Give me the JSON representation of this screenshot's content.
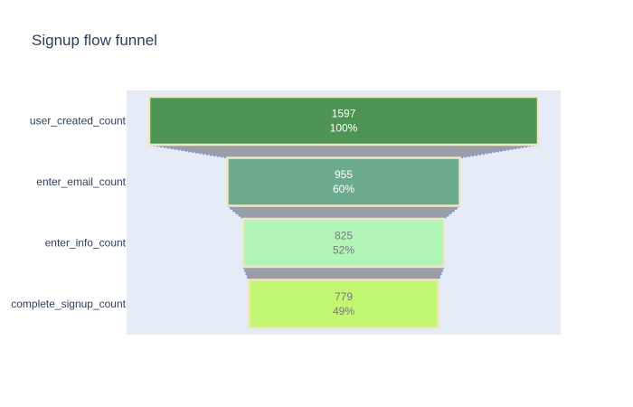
{
  "chart_data": {
    "type": "funnel",
    "title": "Signup flow funnel",
    "categories": [
      "user_created_count",
      "enter_email_count",
      "enter_info_count",
      "complete_signup_count"
    ],
    "values": [
      1597,
      955,
      825,
      779
    ],
    "percent_labels": [
      "100%",
      "60%",
      "52%",
      "49%"
    ],
    "colors": [
      "#4e9455",
      "#6cab8d",
      "#b0f4b8",
      "#c0f671"
    ],
    "label_colors": [
      "#ffffff",
      "#ffffff",
      "#7a7a7a",
      "#7a7a7a"
    ],
    "stage_border_color": "#efe7c4",
    "connector_color": "#9a9ea7",
    "connector_edge_color": "#7f96e8",
    "plot_background": "#e5ecf6"
  }
}
